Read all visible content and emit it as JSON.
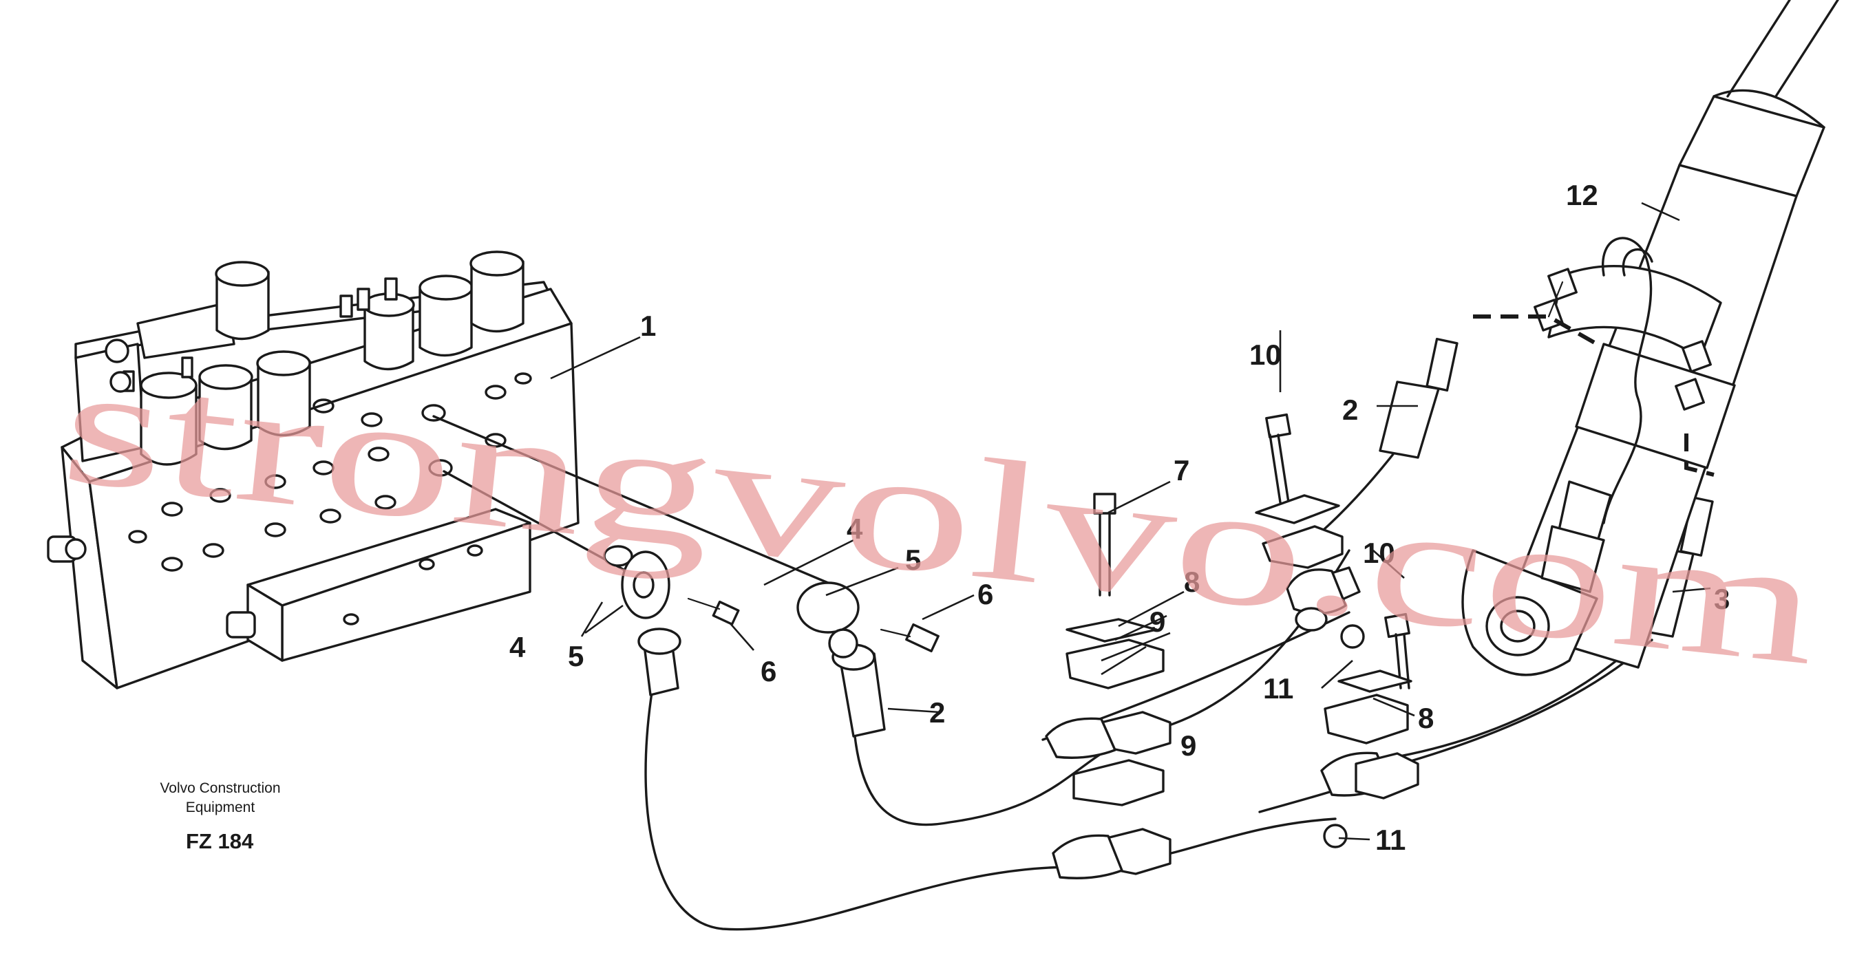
{
  "diagram": {
    "company_line1": "Volvo Construction",
    "company_line2": "Equipment",
    "figure_code": "FZ 184",
    "watermark": "strongvolvo.com",
    "callouts": {
      "c1": "1",
      "c2a": "2",
      "c2b": "2",
      "c3": "3",
      "c4a": "4",
      "c4b": "4",
      "c5a": "5",
      "c5b": "5",
      "c6a": "6",
      "c6b": "6",
      "c7": "7",
      "c8a": "8",
      "c8b": "8",
      "c9a": "9",
      "c9b": "9",
      "c10a": "10",
      "c10b": "10",
      "c11a": "11",
      "c11b": "11",
      "c12": "12"
    }
  }
}
